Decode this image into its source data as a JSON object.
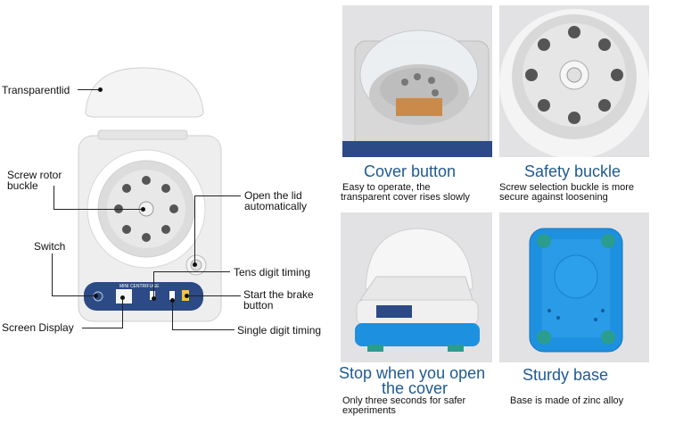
{
  "callouts": {
    "transparent_lid": "Transparentlid",
    "screw_rotor_line1": "Screw rotor",
    "screw_rotor_line2": "buckle",
    "switch": "Switch",
    "screen_display": "Screen Display",
    "open_lid_line1": "Open the lid",
    "open_lid_line2": "automatically",
    "tens_digit": "Tens digit timing",
    "brake_line1": "Start the brake",
    "brake_line2": "button",
    "single_digit": "Single digit timing"
  },
  "device_label": "MINI CENTRIFUGE",
  "features": [
    {
      "title": "Cover button",
      "desc1": "Easy to operate, the",
      "desc2": "transparent cover rises slowly"
    },
    {
      "title": "Safety buckle",
      "desc1": "Screw selection buckle is more",
      "desc2": "secure against loosening"
    },
    {
      "title1": "Stop when you open",
      "title2": "the cover",
      "desc1": "Only three seconds for safer",
      "desc2": "experiments"
    },
    {
      "title": "Sturdy base",
      "desc1": "Base is made of zinc alloy"
    }
  ],
  "colors": {
    "accent": "#1f5a92",
    "blue_body": "#1e90e0",
    "panel_bg": "#e2e2e4"
  }
}
